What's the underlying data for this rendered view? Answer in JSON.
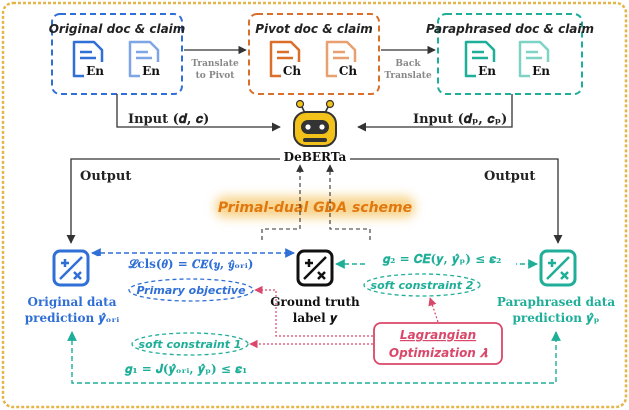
{
  "colors": {
    "frame": "#e4b64a",
    "blue": "#2f6fd6",
    "blue_light": "#7ea6e6",
    "orange": "#d96f2a",
    "orange_light": "#e8a070",
    "teal": "#1fae98",
    "teal_light": "#7fd3c5",
    "red": "#d9486a",
    "gda_orange": "#f08a1c",
    "dark": "#333333",
    "robot_yellow": "#f2c21a"
  },
  "top": {
    "original": {
      "title": "Original doc & claim",
      "doc_label": "En"
    },
    "pivot": {
      "title": "Pivot doc & claim",
      "doc_label": "Ch"
    },
    "paraphrased": {
      "title": "Paraphrased doc & claim",
      "doc_label": "En"
    },
    "translate_label": [
      "Translate",
      "to Pivot"
    ],
    "back_translate_label": [
      "Back",
      "Translate"
    ]
  },
  "inputs": {
    "left": "Input (𝒅, 𝒄)",
    "right": "Input (𝒅ₚ, 𝒄ₚ)"
  },
  "model": {
    "name": "DeBERTa",
    "icon": "robot-icon"
  },
  "outputs": {
    "left": "Output",
    "right": "Output"
  },
  "gda_scheme": "Primal-dual GDA scheme",
  "left_prediction": {
    "line1": "Original data",
    "line2": "prediction 𝒚̂ₒᵣᵢ"
  },
  "right_prediction": {
    "line1": "Paraphrased data",
    "line2": "prediction 𝒚̂ₚ"
  },
  "ground_truth": {
    "line1": "Ground truth",
    "line2": "label 𝒚"
  },
  "loss_cls": "𝓛cls(𝜽) = 𝑪𝑬(𝒚, 𝒚̂ₒᵣᵢ)",
  "primary_objective": "Primary objective",
  "g2": "𝒈₂ = 𝑪𝑬(𝒚, 𝒚̂ₚ) ≤ 𝜺₂",
  "soft_constraint_2": "soft constraint 2",
  "soft_constraint_1": "soft constraint 1",
  "lagrangian": {
    "line1": "Lagrangian",
    "line2": "Optimization 𝝀"
  },
  "g1": "𝒈₁ = 𝑱(𝒚̂ₒᵣᵢ, 𝒚̂ₚ) ≤ 𝜺₁"
}
